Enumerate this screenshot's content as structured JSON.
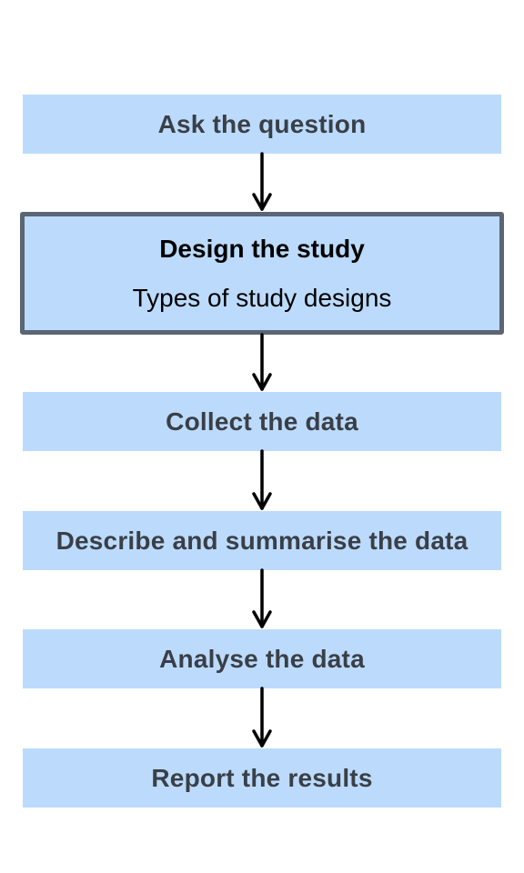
{
  "steps": [
    {
      "label": "Ask the question"
    },
    {
      "label": "Design the study",
      "sublabel": "Types of study designs"
    },
    {
      "label": "Collect the data"
    },
    {
      "label": "Describe and summarise the data"
    },
    {
      "label": "Analyse the data"
    },
    {
      "label": "Report the results"
    }
  ],
  "colors": {
    "box_fill": "#bcdbfc",
    "box_text": "#3a3f47",
    "active_border": "#5b6575",
    "arrow": "#000000"
  }
}
